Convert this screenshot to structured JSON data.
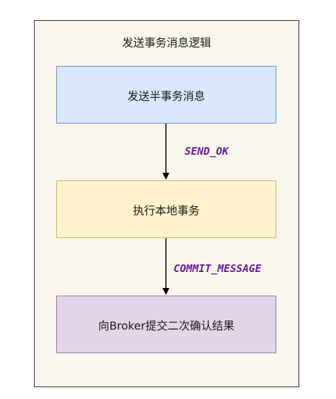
{
  "diagram": {
    "title": "发送事务消息逻辑",
    "steps": [
      {
        "label": "发送半事务消息"
      },
      {
        "label": "执行本地事务"
      },
      {
        "label": "向Broker提交二次确认结果"
      }
    ],
    "edges": [
      {
        "label": "SEND_OK"
      },
      {
        "label": "COMMIT_MESSAGE"
      }
    ],
    "colors": {
      "step1_fill": "#dae8fc",
      "step1_stroke": "#6c8ebf",
      "step2_fill": "#fff2cc",
      "step2_stroke": "#d6b656",
      "step3_fill": "#e1d5e7",
      "step3_stroke": "#9673a6",
      "edge_label": "#6a1b9a",
      "container_fill": "#f9f7ed"
    }
  }
}
